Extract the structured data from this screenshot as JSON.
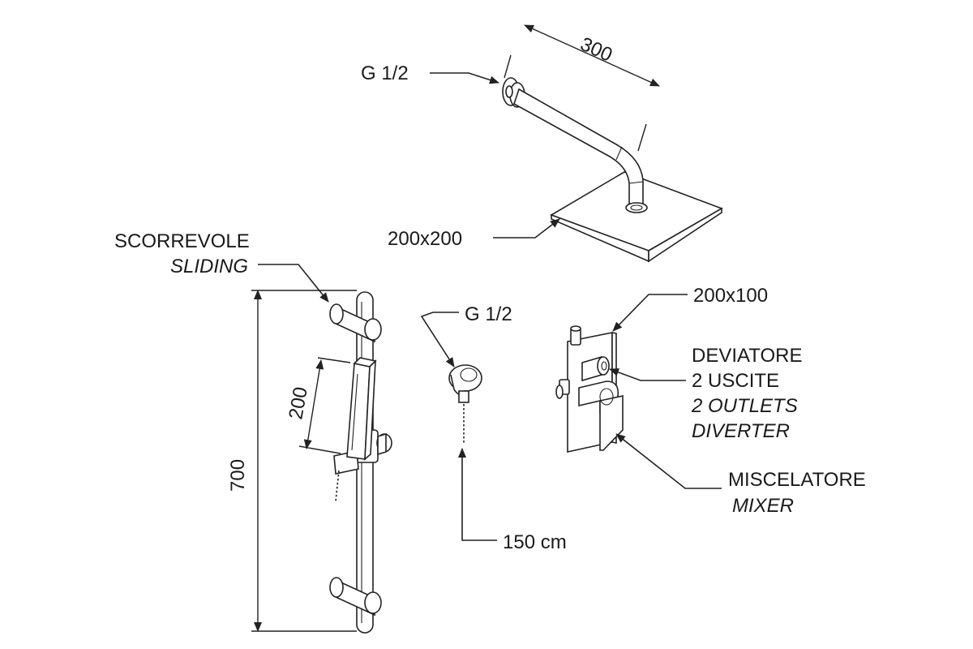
{
  "labels": {
    "arm_inlet": "G 1/2",
    "arm_length": "300",
    "head_size": "200x200",
    "slider_it": "SCORREVOLE",
    "slider_en": "SLIDING",
    "rail_height": "700",
    "handshower_length": "200",
    "elbow_inlet": "G 1/2",
    "hose_length": "150 cm",
    "plate_size": "200x100",
    "diverter_it_1": "DEVIATORE",
    "diverter_it_2": "2 USCITE",
    "diverter_en_1": "2 OUTLETS",
    "diverter_en_2": "DIVERTER",
    "mixer_it": "MISCELATORE",
    "mixer_en": "MIXER"
  }
}
